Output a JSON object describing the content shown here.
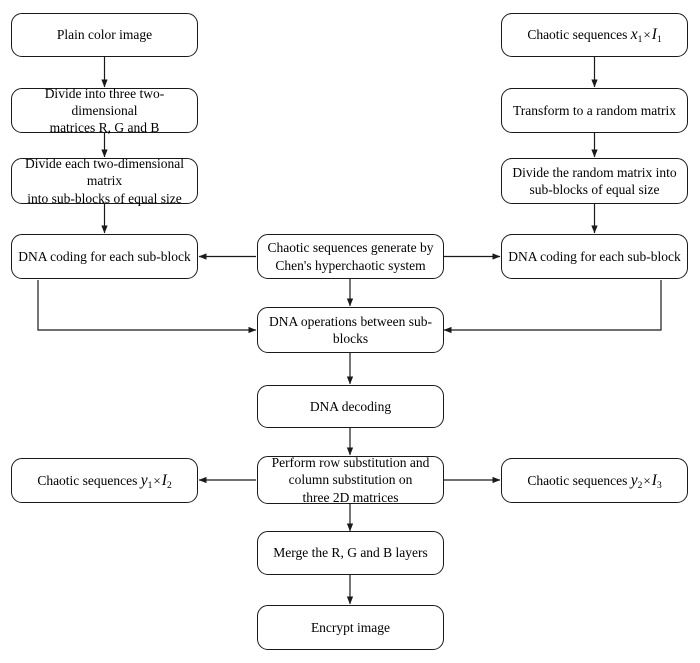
{
  "diagram": {
    "title": "Image encryption flowchart",
    "type": "flowchart",
    "background_color": "#ffffff",
    "line_color": "#1a1a1a",
    "text_color": "#000000"
  },
  "nodes": {
    "plain_color_image": "Plain color image",
    "divide_three_matrices_line1": "Divide into three two-dimensional",
    "divide_three_matrices_line2": "matrices R, G and B",
    "divide_each_matrix_line1": "Divide each two-dimensional matrix",
    "divide_each_matrix_line2": "into sub-blocks of equal size",
    "dna_coding_left": "DNA coding for each sub-block",
    "chaotic_sequences_x1": "Chaotic sequences",
    "transform_random_matrix": "Transform to a random matrix",
    "divide_random_matrix_line1": "Divide the random matrix into",
    "divide_random_matrix_line2": "sub-blocks of equal size",
    "dna_coding_right": "DNA coding for each sub-block",
    "chen_generator_line1": "Chaotic sequences generate by",
    "chen_generator_line2": "Chen's hyperchaotic system",
    "dna_operations_line1": "DNA operations between sub-",
    "dna_operations_line2": "blocks",
    "dna_decoding": "DNA decoding",
    "perform_substitution_line1": "Perform row substitution and",
    "perform_substitution_line2": "column substitution on",
    "perform_substitution_line3": "three 2D matrices",
    "chaotic_sequences_y1": "Chaotic sequences",
    "chaotic_sequences_y2": "Chaotic sequences",
    "merge_layers": "Merge the R, G and B layers",
    "encrypt_image": "Encrypt image"
  },
  "math": {
    "x1": {
      "base": "x",
      "sub": "1"
    },
    "I1": {
      "base": "I",
      "sub": "1"
    },
    "y1": {
      "base": "y",
      "sub": "1"
    },
    "I2": {
      "base": "I",
      "sub": "2"
    },
    "y2": {
      "base": "y",
      "sub": "2"
    },
    "I3": {
      "base": "I",
      "sub": "3"
    },
    "times_symbol": "×"
  }
}
